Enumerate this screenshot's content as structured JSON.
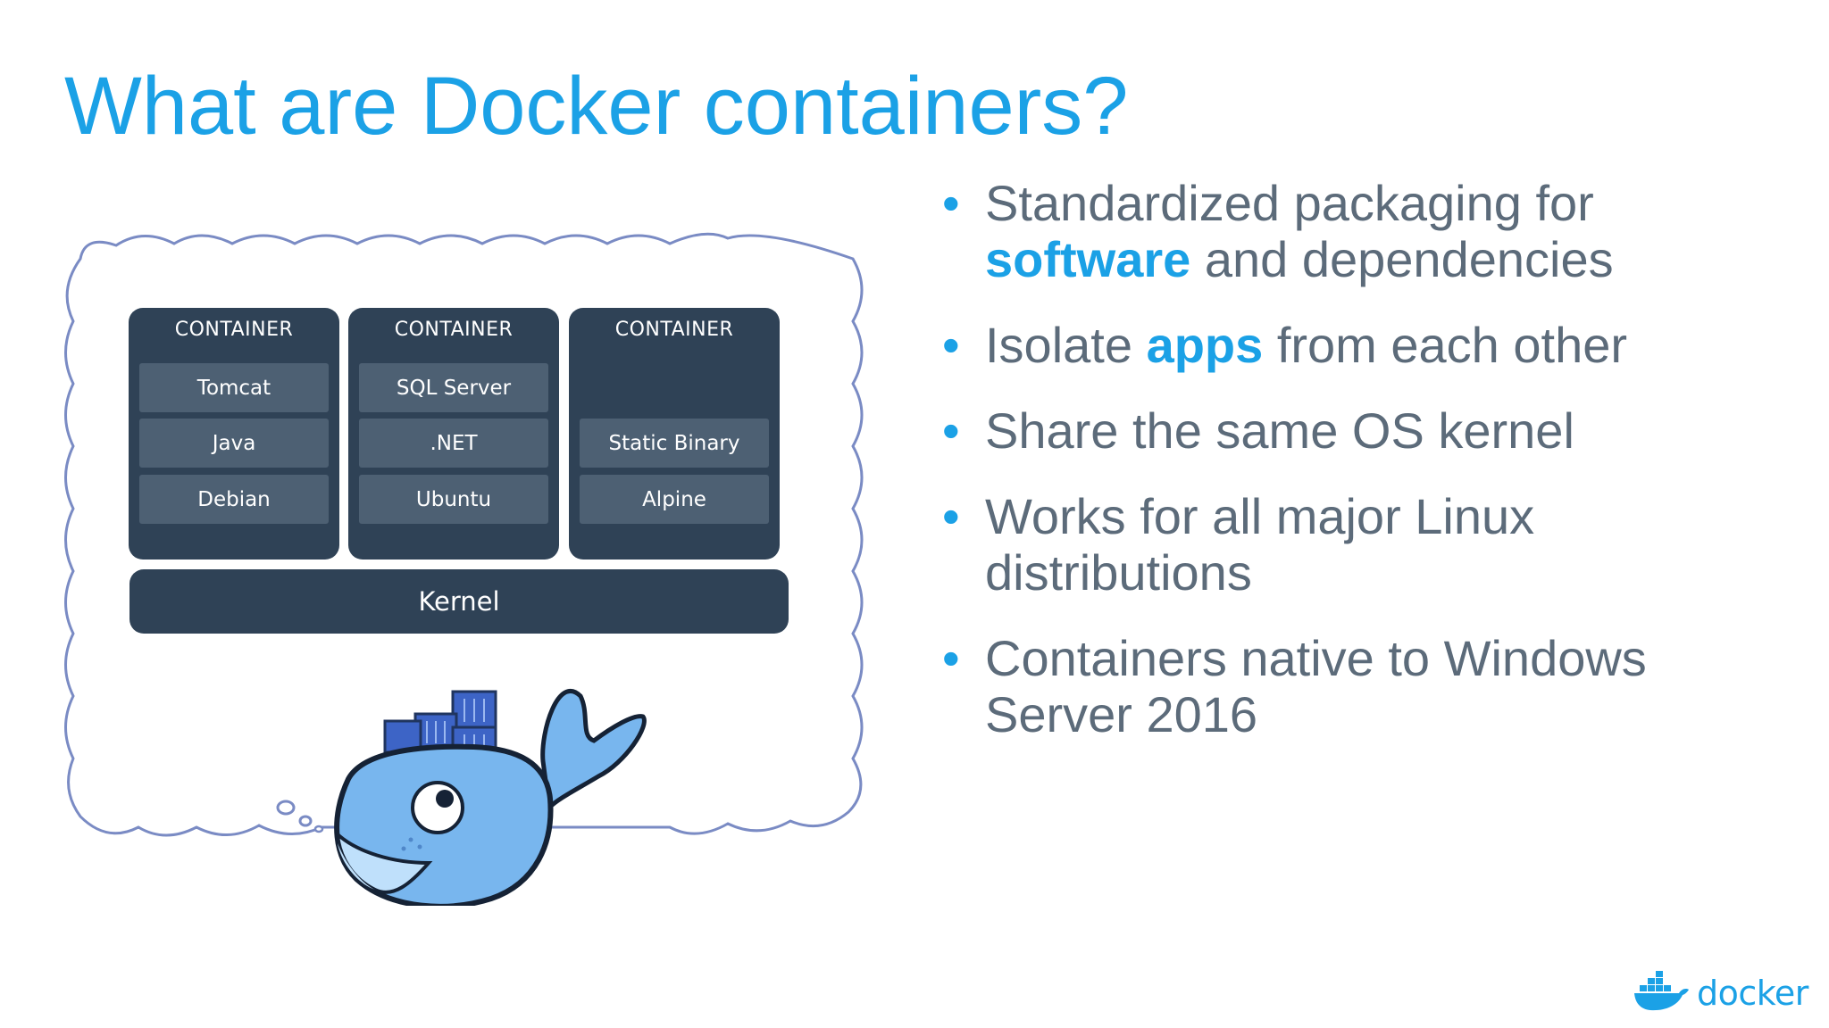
{
  "slide": {
    "title": "What are Docker containers?"
  },
  "diagram": {
    "containers": [
      {
        "label": "CONTAINER",
        "layers": [
          "Tomcat",
          "Java",
          "Debian"
        ]
      },
      {
        "label": "CONTAINER",
        "layers": [
          "SQL Server",
          ".NET",
          "Ubuntu"
        ]
      },
      {
        "label": "CONTAINER",
        "layers": [
          "Static Binary",
          "Alpine"
        ]
      }
    ],
    "kernel": "Kernel"
  },
  "bullets": [
    {
      "parts": [
        {
          "text": "Standardized packaging for "
        },
        {
          "text": "software",
          "highlight": true
        },
        {
          "text": " and dependencies"
        }
      ]
    },
    {
      "parts": [
        {
          "text": "Isolate "
        },
        {
          "text": "apps",
          "highlight": true
        },
        {
          "text": " from each other"
        }
      ]
    },
    {
      "parts": [
        {
          "text": "Share the same OS kernel"
        }
      ]
    },
    {
      "parts": [
        {
          "text": "Works for all major Linux distributions"
        }
      ]
    },
    {
      "parts": [
        {
          "text": "Containers native to Windows Server 2016"
        }
      ]
    }
  ],
  "bullet_marker": "•",
  "logo": {
    "text": "docker",
    "icon": "docker-whale-icon"
  },
  "colors": {
    "accent": "#1ba1e6",
    "body_text": "#5c6b7a",
    "container_bg": "#2f4256",
    "layer_bg": "#4d6073",
    "cloud_stroke": "#7a8bc4",
    "whale_body": "#78b6ee"
  }
}
